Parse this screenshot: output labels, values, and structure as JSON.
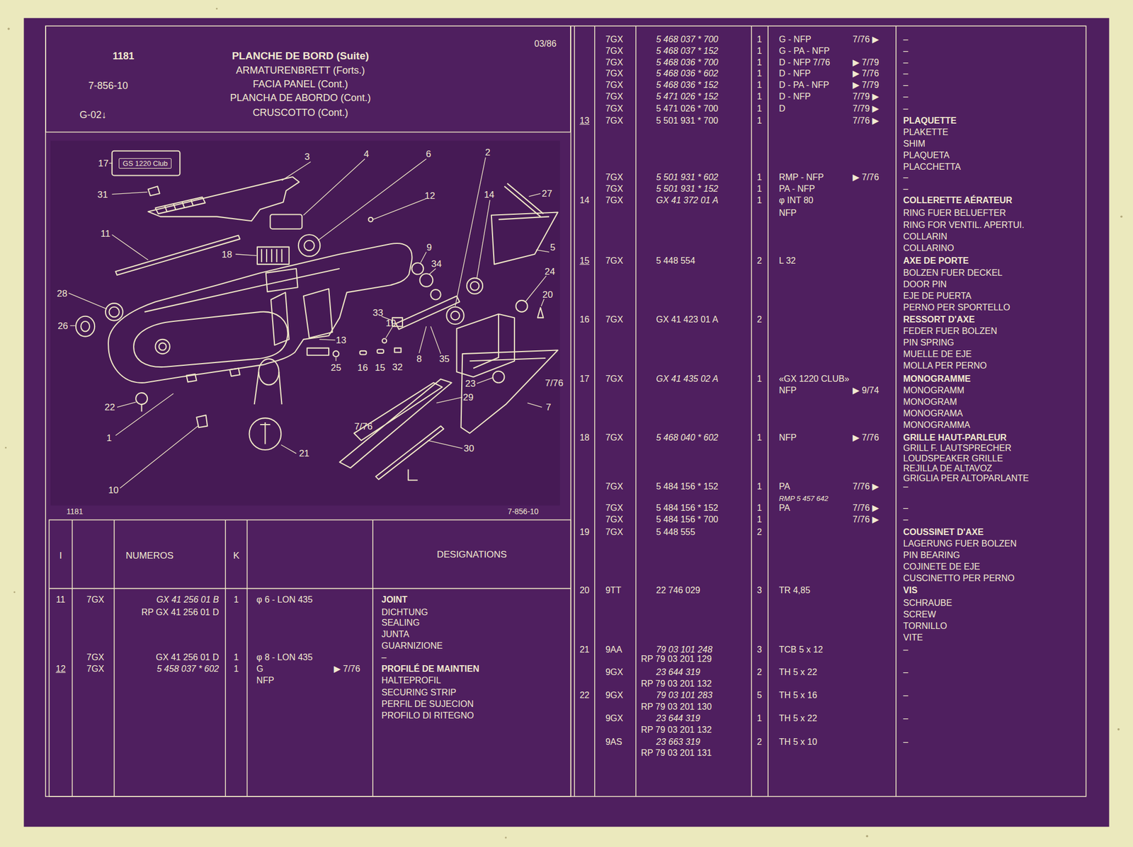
{
  "diagram": {
    "nodes": [
      {
        "text": [
          "1181",
          "7-856-10",
          "G-02↓",
          "PLANCHE DE BORD (Suite)",
          "ARMATURENBRETT (Forts.)",
          "FACIA PANEL (Cont.)",
          "PLANCHA DE ABORDO (Cont.)",
          "CRUSCOTTO (Cont.)",
          "03/86"
        ]
      },
      {
        "text": [
          "GS 1220 Club"
        ]
      }
    ],
    "labels": [
      "17",
      "3",
      "4",
      "6",
      "2",
      "31",
      "12",
      "14",
      "27",
      "11",
      "18",
      "9",
      "34",
      "5",
      "28",
      "24",
      "20",
      "33",
      "19",
      "26",
      "13",
      "8",
      "35",
      "25",
      "16",
      "15",
      "32",
      "23",
      "7/76",
      "29",
      "7",
      "22",
      "7/76",
      "1",
      "30",
      "21",
      "10",
      "1181",
      "7-856-10",
      "I",
      "NUMEROS",
      "K",
      "DESIGNATIONS",
      "11",
      "7GX",
      "GX 41 256 01 B",
      "1",
      "φ 6 - LON 435",
      "JOINT",
      "RP GX 41 256 01 D",
      "DICHTUNG",
      "SEALING",
      "JUNTA",
      "GUARNIZIONE",
      "7GX",
      "GX 41 256 01 D",
      "1",
      "φ 8 - LON 435",
      "–",
      "12",
      "7GX",
      "5 458 037 * 602",
      "1",
      "G",
      "▶ 7/76",
      "PROFILÉ DE MAINTIEN",
      "NFP",
      "HALTEPROFIL",
      "SECURING STRIP",
      "PERFIL DE SUJECION",
      "PROFILO DI RITEGNO",
      "7GX",
      "5 468 037 * 700",
      "1",
      "G - NFP",
      "7/76 ▶",
      "–",
      "7GX",
      "5 468 037 * 152",
      "1",
      "G - PA - NFP",
      "–",
      "7GX",
      "5 468 036 * 700",
      "1",
      "D - NFP 7/76",
      "▶ 7/79",
      "–",
      "7GX",
      "5 468 036 * 602",
      "1",
      "D - NFP",
      "▶ 7/76",
      "–",
      "7GX",
      "5 468 036 * 152",
      "1",
      "D - PA - NFP",
      "▶ 7/79",
      "–",
      "7GX",
      "5 471 026 * 152",
      "1",
      "D - NFP",
      "7/79 ▶",
      "–",
      "7GX",
      "5 471 026 * 700",
      "1",
      "D",
      "7/79 ▶",
      "–",
      "13",
      "7GX",
      "5 501 931 * 700",
      "1",
      "7/76 ▶",
      "PLAQUETTE",
      "PLAKETTE",
      "SHIM",
      "PLAQUETA",
      "PLACCHETTA",
      "7GX",
      "5 501 931 * 602",
      "1",
      "RMP - NFP",
      "▶ 7/76",
      "–",
      "7GX",
      "5 501 931 * 152",
      "1",
      "PA - NFP",
      "–",
      "14",
      "7GX",
      "GX 41 372 01 A",
      "1",
      "φ INT 80",
      "COLLERETTE AÉRATEUR",
      "NFP",
      "RING FUER BELUEFTER",
      "RING FOR VENTIL. APERTUI.",
      "COLLARIN",
      "COLLARINO",
      "15",
      "7GX",
      "5 448 554",
      "2",
      "L 32",
      "AXE DE PORTE",
      "BOLZEN FUER DECKEL",
      "DOOR PIN",
      "EJE DE PUERTA",
      "PERNO PER SPORTELLO",
      "16",
      "7GX",
      "GX 41 423 01 A",
      "2",
      "RESSORT D'AXE",
      "FEDER FUER BOLZEN",
      "PIN SPRING",
      "MUELLE DE EJE",
      "MOLLA PER PERNO",
      "17",
      "7GX",
      "GX 41 435 02 A",
      "1",
      "«GX 1220 CLUB»",
      "MONOGRAMME",
      "NFP",
      "▶ 9/74",
      "MONOGRAMM",
      "MONOGRAM",
      "MONOGRAMA",
      "MONOGRAMMA",
      "18",
      "7GX",
      "5 468 040 * 602",
      "1",
      "NFP",
      "▶ 7/76",
      "GRILLE HAUT-PARLEUR",
      "GRILL F. LAUTSPRECHER",
      "LOUDSPEAKER GRILLE",
      "REJILLA DE ALTAVOZ",
      "GRIGLIA PER ALTOPARLANTE",
      "7GX",
      "5 484 156 * 152",
      "1",
      "PA",
      "7/76 ▶",
      "–",
      "RMP 5 457 642",
      "7GX",
      "5 484 156 * 152",
      "1",
      "PA",
      "7/76 ▶",
      "–",
      "7GX",
      "5 484 156 * 700",
      "1",
      "7/76 ▶",
      "–",
      "19",
      "7GX",
      "5 448 555",
      "2",
      "COUSSINET D'AXE",
      "LAGERUNG FUER BOLZEN",
      "PIN BEARING",
      "COJINETE DE EJE",
      "CUSCINETTO PER PERNO",
      "20",
      "9TT",
      "22 746 029",
      "3",
      "TR 4,85",
      "VIS",
      "SCHRAUBE",
      "SCREW",
      "TORNILLO",
      "VITE",
      "21",
      "9AA",
      "79 03 101 248",
      "3",
      "TCB 5 x 12",
      "–",
      "RP 79 03 201 129",
      "9GX",
      "23 644 319",
      "2",
      "TH 5 x 22",
      "–",
      "RP 79 03 201 132",
      "22",
      "9GX",
      "79 03 101 283",
      "5",
      "TH 5 x 16",
      "–",
      "RP 79 03 201 130",
      "9GX",
      "23 644 319",
      "1",
      "TH 5 x 22",
      "–",
      "RP 79 03 201 132",
      "9AS",
      "23 663 319",
      "2",
      "TH 5 x 10",
      "–",
      "RP 79 03 201 131"
    ]
  }
}
